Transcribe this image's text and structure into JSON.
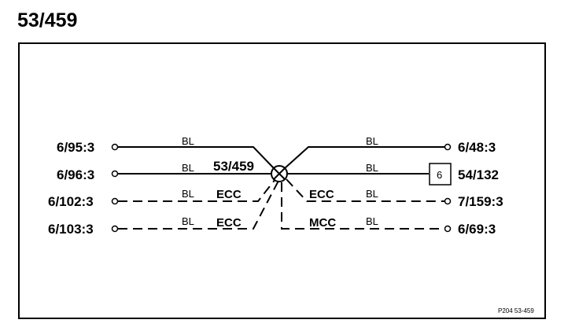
{
  "title": "53/459",
  "splice_label": "53/459",
  "left_terminals": [
    "6/95:3",
    "6/96:3",
    "6/102:3",
    "6/103:3"
  ],
  "right_terminals": [
    "6/48:3",
    "54/132",
    "7/159:3",
    "6/69:3"
  ],
  "connector_pin": "6",
  "wire_color": "BL",
  "ecc_label": "ECC",
  "mcc_label": "MCC",
  "ref": "P204  53-459"
}
